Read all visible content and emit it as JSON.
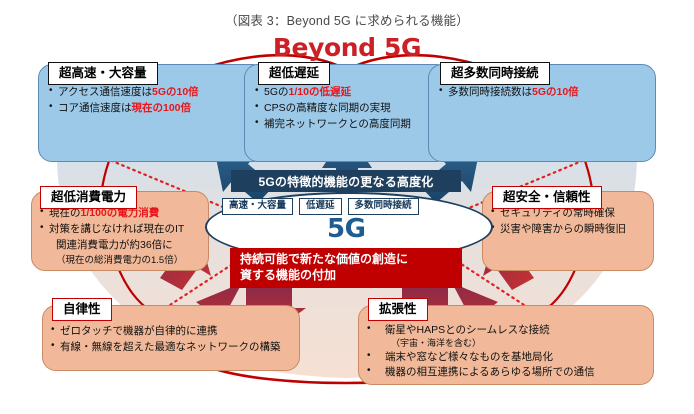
{
  "caption": "（図表 3：Beyond 5G に求められる機能）",
  "title": "Beyond 5G",
  "colors": {
    "red_title": "#cc2026",
    "blue_card": "#9dc9e8",
    "peach_card": "#f1b999",
    "dark_navy": "#1f3f5e",
    "accent_red": "#e8161b",
    "banner_red": "#c00000"
  },
  "top_cards": [
    {
      "heading": "超高速・大容量",
      "bullets": [
        {
          "parts": [
            {
              "t": "アクセス通信速度は",
              "hl": false
            },
            {
              "t": "5Gの10倍",
              "hl": true
            }
          ]
        },
        {
          "parts": [
            {
              "t": "コア通信速度は",
              "hl": false
            },
            {
              "t": "現在の100倍",
              "hl": true
            }
          ]
        }
      ]
    },
    {
      "heading": "超低遅延",
      "bullets": [
        {
          "parts": [
            {
              "t": "5Gの",
              "hl": false
            },
            {
              "t": "1/10の低遅延",
              "hl": true
            }
          ]
        },
        {
          "parts": [
            {
              "t": "CPSの高精度な同期の実現",
              "hl": false
            }
          ]
        },
        {
          "parts": [
            {
              "t": "補完ネットワークとの高度同期",
              "hl": false
            }
          ]
        }
      ]
    },
    {
      "heading": "超多数同時接続",
      "bullets": [
        {
          "parts": [
            {
              "t": "多数同時接続数は",
              "hl": false
            },
            {
              "t": "5Gの10倍",
              "hl": true
            }
          ]
        }
      ]
    }
  ],
  "side_cards": [
    {
      "heading": "超低消費電力",
      "bullets": [
        {
          "parts": [
            {
              "t": "現在の",
              "hl": false
            },
            {
              "t": "1/100の電力消費",
              "hl": true
            }
          ]
        },
        {
          "parts": [
            {
              "t": "対策を講じなければ現在のIT",
              "hl": false
            }
          ]
        },
        {
          "parts": [
            {
              "t": "関連消費電力が約36倍に",
              "hl": false
            }
          ]
        },
        {
          "parts": [
            {
              "t": "（現在の総消費電力の1.5倍）",
              "hl": false
            }
          ]
        }
      ]
    },
    {
      "heading": "超安全・信頼性",
      "bullets": [
        {
          "parts": [
            {
              "t": "セキュリティの常時確保",
              "hl": false
            }
          ]
        },
        {
          "parts": [
            {
              "t": "災害や障害からの瞬時復旧",
              "hl": false
            }
          ]
        }
      ]
    }
  ],
  "bottom_cards": [
    {
      "heading": "自律性",
      "bullets": [
        {
          "parts": [
            {
              "t": "ゼロタッチで機器が自律的に連携",
              "hl": false
            }
          ]
        },
        {
          "parts": [
            {
              "t": "有線・無線を超えた最適なネットワークの構築",
              "hl": false
            }
          ]
        }
      ]
    },
    {
      "heading": "拡張性",
      "bullets": [
        {
          "parts": [
            {
              "t": "衛星やHAPSとのシームレスな接続",
              "hl": false
            }
          ]
        },
        {
          "parts": [
            {
              "t": "（宇宙・海洋を含む）",
              "hl": false
            }
          ]
        },
        {
          "parts": [
            {
              "t": "端末や窓など様々なものを基地局化",
              "hl": false
            }
          ]
        },
        {
          "parts": [
            {
              "t": "機器の相互連携によるあらゆる場所での通信",
              "hl": false
            }
          ]
        }
      ]
    }
  ],
  "center": {
    "band_label": "5Gの特徴的機能の更なる高度化",
    "tags": [
      "高速・大容量",
      "低遅延",
      "多数同時接続"
    ],
    "core_label": "5G",
    "banner_line1": "持続可能で新たな価値の創造に",
    "banner_line2": "資する機能の付加"
  }
}
